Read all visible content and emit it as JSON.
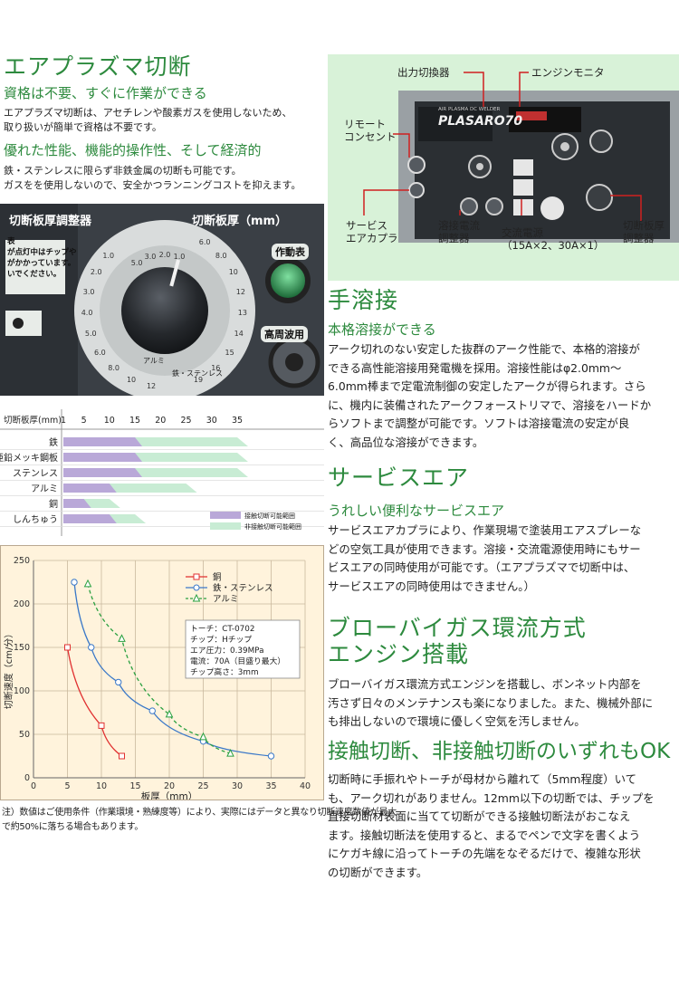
{
  "plasma": {
    "title": "エアプラズマ切断",
    "sub1": "資格は不要、すぐに作業ができる",
    "body1": [
      "エアプラズマ切断は、アセチレンや酸素ガスを使用しないため、",
      "取り扱いが簡単で資格は不要です。"
    ],
    "sub2": "優れた性能、機能的操作性、そして経済的",
    "body2": [
      "鉄・ステンレスに限らず非鉄金属の切断も可能です。",
      "ガスをを使用しないので、安全かつランニングコストを抑えます。"
    ]
  },
  "panel": {
    "dial_title": "切断板厚調整器",
    "dial_title_right": "切断板厚（mm）",
    "notice": [
      "表",
      "が点灯中はチップや",
      "がかかっています。",
      "いでください。"
    ],
    "btn1": "作動表",
    "btn2": "高周波用",
    "dial_numbers": [
      "12",
      "10",
      "8.0",
      "6.0",
      "5.0",
      "4.0",
      "3.0",
      "2.0",
      "1.0",
      "5.0",
      "3.0",
      "2.0",
      "1.0",
      "6.0",
      "8.0",
      "10",
      "12",
      "13",
      "14",
      "15",
      "16",
      "19"
    ],
    "ring_labels": [
      "アルミ",
      "鉄・ステンレス"
    ]
  },
  "thickness_chart": {
    "header": "切断板厚(mm)",
    "ticks": [
      "1",
      "5",
      "10",
      "15",
      "20",
      "25",
      "30",
      "35"
    ],
    "rows": [
      {
        "label": "鉄",
        "contact": 15,
        "noncontact": 35
      },
      {
        "label": "亜鉛メッキ鋼板",
        "contact": 15,
        "noncontact": 35
      },
      {
        "label": "ステンレス",
        "contact": 15,
        "noncontact": 35
      },
      {
        "label": "アルミ",
        "contact": 10,
        "noncontact": 25
      },
      {
        "label": "銅",
        "contact": 5,
        "noncontact": 10
      },
      {
        "label": "しんちゅう",
        "contact": 10,
        "noncontact": 15
      }
    ],
    "legend_contact": "接触切断可能範囲",
    "legend_noncontact": "非接触切断可能範囲",
    "color_contact": "#b9a8d8",
    "color_noncontact": "#c8ecd4"
  },
  "chart_data": {
    "type": "line",
    "xlabel": "板厚（mm）",
    "ylabel": "切断速度（cm/分）",
    "xlim": [
      0,
      40
    ],
    "ylim": [
      0,
      250
    ],
    "xticks": [
      "0",
      "5",
      "10",
      "15",
      "20",
      "25",
      "30",
      "35",
      "40"
    ],
    "yticks": [
      "0",
      "50",
      "100",
      "150",
      "200",
      "250"
    ],
    "series": [
      {
        "name": "銅",
        "color": "#e03030",
        "marker": "square",
        "style": "solid",
        "x": [
          5,
          10,
          13
        ],
        "y": [
          150,
          60,
          25
        ]
      },
      {
        "name": "鉄・ステンレス",
        "color": "#3a78c8",
        "marker": "circle",
        "style": "solid",
        "x": [
          6,
          8.5,
          12.5,
          17.5,
          25,
          35
        ],
        "y": [
          225,
          150,
          110,
          77,
          42,
          25
        ]
      },
      {
        "name": "アルミ",
        "color": "#2aa040",
        "marker": "triangle",
        "style": "dashed",
        "x": [
          8,
          13,
          20,
          25,
          29
        ],
        "y": [
          223,
          160,
          73,
          47,
          28
        ]
      }
    ],
    "conditions": [
      "トーチ：CT-0702",
      "チップ：Hチップ",
      "エア圧力：0.39MPa",
      "電流：70A（目盛り最大）",
      "チップ高さ：3mm"
    ]
  },
  "note": [
    "注）数値はご使用条件（作業環境・熟練度等）により、実際にはデータと異なり切断速度数値が最大",
    "で約50%に落ちる場合もあります。"
  ],
  "diagram": {
    "labels": {
      "output_switch": "出力切換器",
      "engine_monitor": "エンジンモニタ",
      "remote_outlet": [
        "リモート",
        "コンセント"
      ],
      "service_air": [
        "サービス",
        "エアカプラ"
      ],
      "weld_current": [
        "溶接電流",
        "調整器"
      ],
      "ac_power": [
        "交流電源",
        "（15A×2、30A×1）"
      ],
      "cut_thickness": [
        "切断板厚",
        "調整器"
      ]
    },
    "machine_name": "PLASARO70",
    "machine_sub": "AIR PLASMA DC WELDER"
  },
  "welding": {
    "title": "手溶接",
    "sub": "本格溶接ができる",
    "body": [
      "アーク切れのない安定した抜群のアーク性能で、本格的溶接が",
      "できる高性能溶接用発電機を採用。溶接性能はφ2.0mm〜",
      "6.0mm棒まで定電流制御の安定したアークが得られます。さら",
      "に、機内に装備されたアークフォーストリマで、溶接をハードか",
      "らソフトまで調整が可能です。ソフトは溶接電流の安定が良",
      "く、高品位な溶接ができます。"
    ]
  },
  "service": {
    "title": "サービスエア",
    "sub": "うれしい便利なサービスエア",
    "body": [
      "サービスエアカプラにより、作業現場で塗装用エアスプレーな",
      "どの空気工具が使用できます。溶接・交流電源使用時にもサー",
      "ビスエアの同時使用が可能です。（エアプラズマで切断中は、",
      "サービスエアの同時使用はできません。）"
    ]
  },
  "blowby": {
    "title": [
      "ブローバイガス環流方式",
      "エンジン搭載"
    ],
    "body": [
      "ブローバイガス環流方式エンジンを搭載し、ボンネット内部を",
      "汚さず日々のメンテナンスも楽になりました。また、機械外部に",
      "も排出しないので環境に優しく空気を汚しません。"
    ]
  },
  "contact": {
    "title": "接触切断、非接触切断のいずれもOK",
    "body": [
      "切断時に手振れやトーチが母材から離れて（5mm程度）いて",
      "も、アーク切れがありません。12mm以下の切断では、チップを",
      "直接切断材表面に当てて切断ができる接触切断法がおこなえ",
      "ます。接触切断法を使用すると、まるでペンで文字を書くよう",
      "にケガキ線に沿ってトーチの先端をなぞるだけで、複雑な形状",
      "の切断ができます。"
    ]
  }
}
